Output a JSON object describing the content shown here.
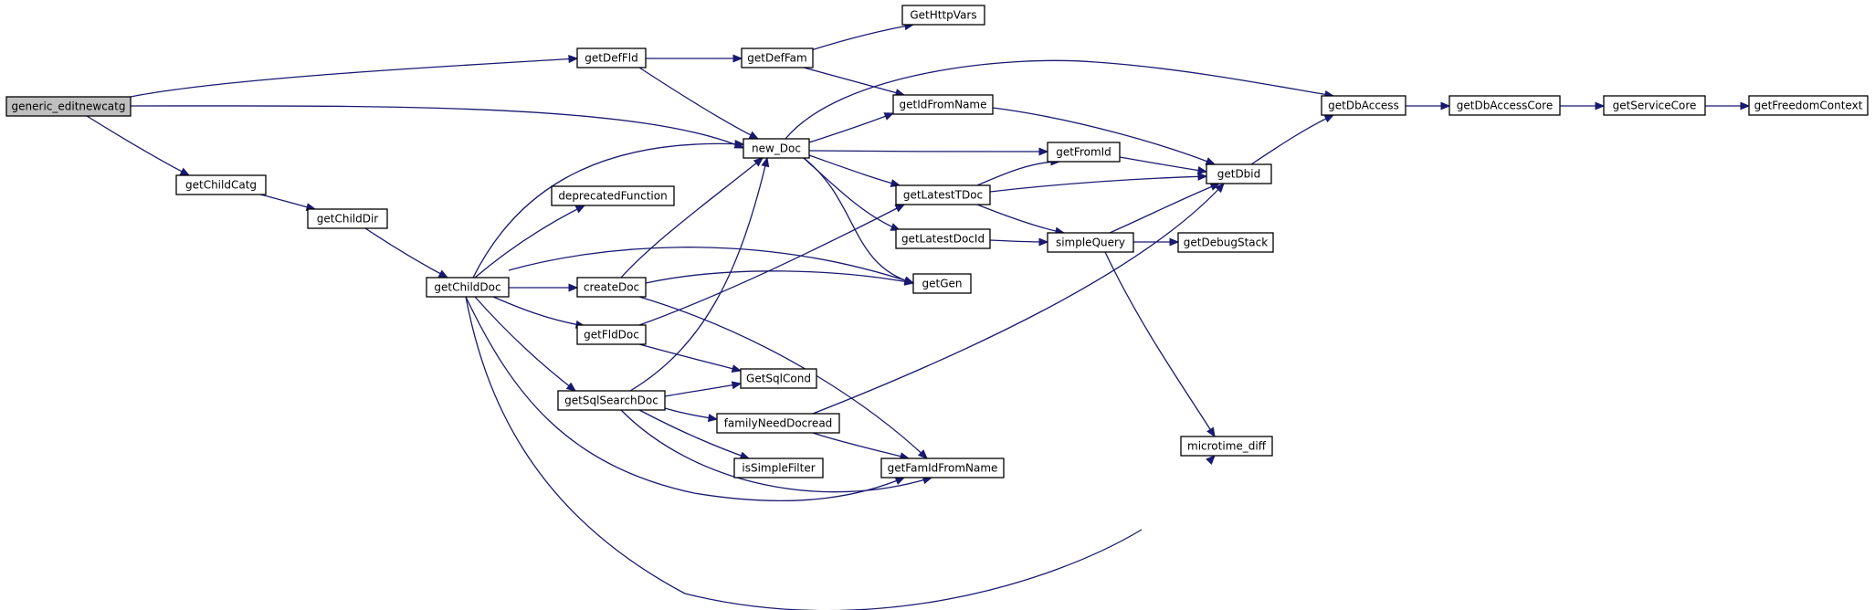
{
  "graph": {
    "edge_color": "#191970",
    "root_fill": "#bfbfbf",
    "nodes": [
      {
        "id": "generic_editnewcatg",
        "label": "generic_editnewcatg",
        "root": true
      },
      {
        "id": "getDefFld",
        "label": "getDefFld"
      },
      {
        "id": "getDefFam",
        "label": "getDefFam"
      },
      {
        "id": "GetHttpVars",
        "label": "GetHttpVars"
      },
      {
        "id": "new_Doc",
        "label": "new_Doc"
      },
      {
        "id": "getIdFromName",
        "label": "getIdFromName"
      },
      {
        "id": "getDbAccess",
        "label": "getDbAccess"
      },
      {
        "id": "getDbAccessCore",
        "label": "getDbAccessCore"
      },
      {
        "id": "getServiceCore",
        "label": "getServiceCore"
      },
      {
        "id": "getFreedomContext",
        "label": "getFreedomContext"
      },
      {
        "id": "getChildCatg",
        "label": "getChildCatg"
      },
      {
        "id": "getChildDir",
        "label": "getChildDir"
      },
      {
        "id": "getChildDoc",
        "label": "getChildDoc"
      },
      {
        "id": "deprecatedFunction",
        "label": "deprecatedFunction"
      },
      {
        "id": "getFromId",
        "label": "getFromId"
      },
      {
        "id": "getDbid",
        "label": "getDbid"
      },
      {
        "id": "getLatestTDoc",
        "label": "getLatestTDoc"
      },
      {
        "id": "getLatestDocId",
        "label": "getLatestDocId"
      },
      {
        "id": "simpleQuery",
        "label": "simpleQuery"
      },
      {
        "id": "getDebugStack",
        "label": "getDebugStack"
      },
      {
        "id": "createDoc",
        "label": "createDoc"
      },
      {
        "id": "getGen",
        "label": "getGen"
      },
      {
        "id": "getFldDoc",
        "label": "getFldDoc"
      },
      {
        "id": "GetSqlCond",
        "label": "GetSqlCond"
      },
      {
        "id": "getSqlSearchDoc",
        "label": "getSqlSearchDoc"
      },
      {
        "id": "familyNeedDocread",
        "label": "familyNeedDocread"
      },
      {
        "id": "isSimpleFilter",
        "label": "isSimpleFilter"
      },
      {
        "id": "getFamIdFromName",
        "label": "getFamIdFromName"
      },
      {
        "id": "microtime_diff",
        "label": "microtime_diff"
      }
    ],
    "edges": [
      {
        "from": "generic_editnewcatg",
        "to": "getDefFld"
      },
      {
        "from": "generic_editnewcatg",
        "to": "new_Doc"
      },
      {
        "from": "generic_editnewcatg",
        "to": "getChildCatg"
      },
      {
        "from": "getDefFld",
        "to": "getDefFam"
      },
      {
        "from": "getDefFld",
        "to": "new_Doc"
      },
      {
        "from": "getDefFam",
        "to": "GetHttpVars"
      },
      {
        "from": "getDefFam",
        "to": "getIdFromName"
      },
      {
        "from": "new_Doc",
        "to": "getIdFromName"
      },
      {
        "from": "new_Doc",
        "to": "getDbAccess"
      },
      {
        "from": "new_Doc",
        "to": "getFromId"
      },
      {
        "from": "new_Doc",
        "to": "getLatestTDoc"
      },
      {
        "from": "new_Doc",
        "to": "getLatestDocId"
      },
      {
        "from": "new_Doc",
        "to": "getGen"
      },
      {
        "from": "getIdFromName",
        "to": "getDbid"
      },
      {
        "from": "getDbAccess",
        "to": "getDbAccessCore"
      },
      {
        "from": "getDbAccessCore",
        "to": "getServiceCore"
      },
      {
        "from": "getServiceCore",
        "to": "getFreedomContext"
      },
      {
        "from": "getDbid",
        "to": "getDbAccess"
      },
      {
        "from": "getFromId",
        "to": "getDbid"
      },
      {
        "from": "getLatestTDoc",
        "to": "getFromId"
      },
      {
        "from": "getLatestTDoc",
        "to": "getDbid"
      },
      {
        "from": "getLatestTDoc",
        "to": "simpleQuery"
      },
      {
        "from": "getLatestDocId",
        "to": "simpleQuery"
      },
      {
        "from": "simpleQuery",
        "to": "getDbid"
      },
      {
        "from": "simpleQuery",
        "to": "getDebugStack"
      },
      {
        "from": "simpleQuery",
        "to": "microtime_diff"
      },
      {
        "from": "getChildCatg",
        "to": "getChildDir"
      },
      {
        "from": "getChildDir",
        "to": "getChildDoc"
      },
      {
        "from": "getChildDoc",
        "to": "new_Doc"
      },
      {
        "from": "getChildDoc",
        "to": "deprecatedFunction"
      },
      {
        "from": "getChildDoc",
        "to": "createDoc"
      },
      {
        "from": "getChildDoc",
        "to": "getGen"
      },
      {
        "from": "getChildDoc",
        "to": "getFldDoc"
      },
      {
        "from": "getChildDoc",
        "to": "getSqlSearchDoc"
      },
      {
        "from": "getChildDoc",
        "to": "getFamIdFromName"
      },
      {
        "from": "getChildDoc",
        "to": "microtime_diff"
      },
      {
        "from": "createDoc",
        "to": "new_Doc"
      },
      {
        "from": "createDoc",
        "to": "getGen"
      },
      {
        "from": "createDoc",
        "to": "getFamIdFromName"
      },
      {
        "from": "getFldDoc",
        "to": "getLatestTDoc"
      },
      {
        "from": "getFldDoc",
        "to": "GetSqlCond"
      },
      {
        "from": "getSqlSearchDoc",
        "to": "new_Doc"
      },
      {
        "from": "getSqlSearchDoc",
        "to": "GetSqlCond"
      },
      {
        "from": "getSqlSearchDoc",
        "to": "familyNeedDocread"
      },
      {
        "from": "getSqlSearchDoc",
        "to": "isSimpleFilter"
      },
      {
        "from": "getSqlSearchDoc",
        "to": "getFamIdFromName"
      },
      {
        "from": "familyNeedDocread",
        "to": "getDbid"
      },
      {
        "from": "familyNeedDocread",
        "to": "getFamIdFromName"
      }
    ]
  }
}
